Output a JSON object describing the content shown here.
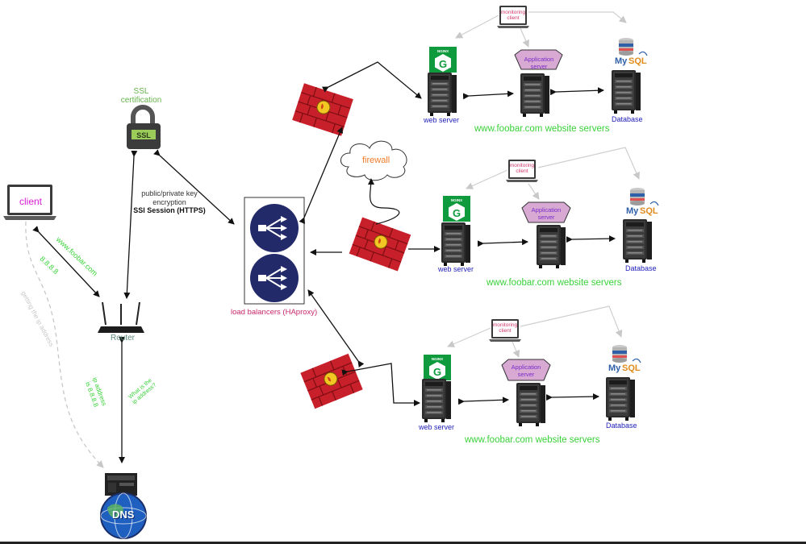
{
  "nodes": {
    "client": "client",
    "ssl": "SSL\ncertification",
    "router": "Router",
    "firewall_cloud": "firewall",
    "load_balancers": "load balancers (HAproxy)",
    "dns_text": "DNS",
    "nginx_badge": "NGINX",
    "mysql_badge": "MySQL"
  },
  "edges": {
    "client_router_url": "www.foobar.com",
    "client_router_ip": "8.8.8.8",
    "client_dns_dashed": "getting the ip address",
    "router_dns_answer": "ip address\nis 8.8.8.8",
    "router_dns_question": "What is the\nip address?",
    "ssl_router_key": "public/private key\nencryption",
    "ssl_router_session": "SSl Session (HTTPS)"
  },
  "clusters": [
    {
      "site": "www.foobar.com website servers",
      "web_server": "web server",
      "app_server": "Application\nserver",
      "database": "Database",
      "monitoring": "monitoring\nclient"
    },
    {
      "site": "www.foobar.com website servers",
      "web_server": "web server",
      "app_server": "Application\nserver",
      "database": "Database",
      "monitoring": "monitoring\nclient"
    },
    {
      "site": "www.foobar.com website servers",
      "web_server": "web server",
      "app_server": "Application\nserver",
      "database": "Database",
      "monitoring": "monitoring\nclient"
    }
  ],
  "colors": {
    "site_label": "#3ad13a",
    "load_balancer_icon": "#232a6a",
    "firewall_brick": "#c8202a",
    "nginx_green": "#0f9a3e",
    "app_server_fill": "#d7a9d3"
  },
  "icons": [
    "laptop-icon",
    "padlock-icon",
    "router-icon",
    "server-tower-icon",
    "dns-globe-icon",
    "cloud-icon",
    "firewall-icon",
    "load-balancer-icon",
    "nginx-icon",
    "mysql-icon"
  ]
}
